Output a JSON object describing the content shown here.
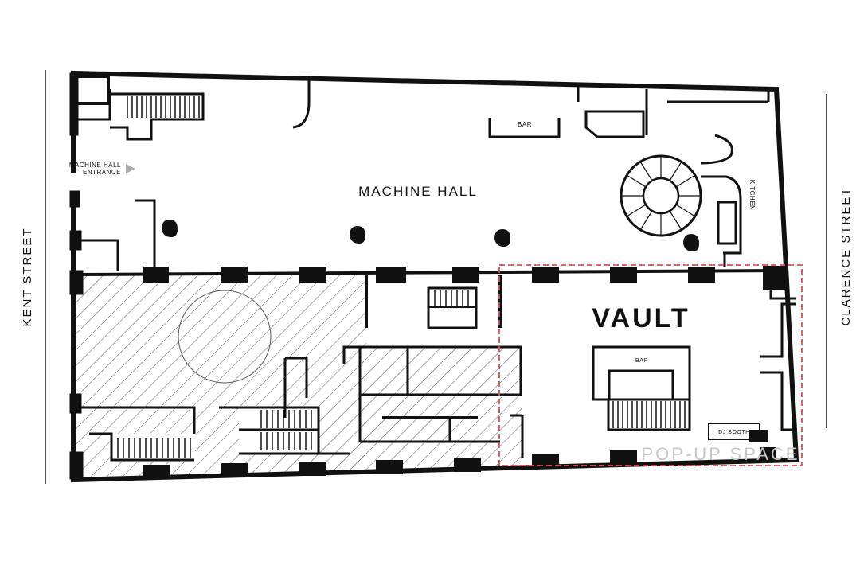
{
  "streets": {
    "left": "KENT STREET",
    "right": "CLARENCE STREET"
  },
  "rooms": {
    "machine_hall": "MACHINE HALL",
    "vault": "VAULT"
  },
  "labels": {
    "entrance_line1": "MACHINE HALL",
    "entrance_line2": "ENTRANCE",
    "bar_top": "BAR",
    "bar_vault": "BAR",
    "kitchen": "KITCHEN",
    "dj_booth": "DJ BOOTH",
    "watermark": "POP-UP SPACE"
  },
  "colors": {
    "wall": "#111111",
    "highlight": "#d9534f",
    "hatch": "#555555",
    "arrow": "#aaaaaa"
  }
}
